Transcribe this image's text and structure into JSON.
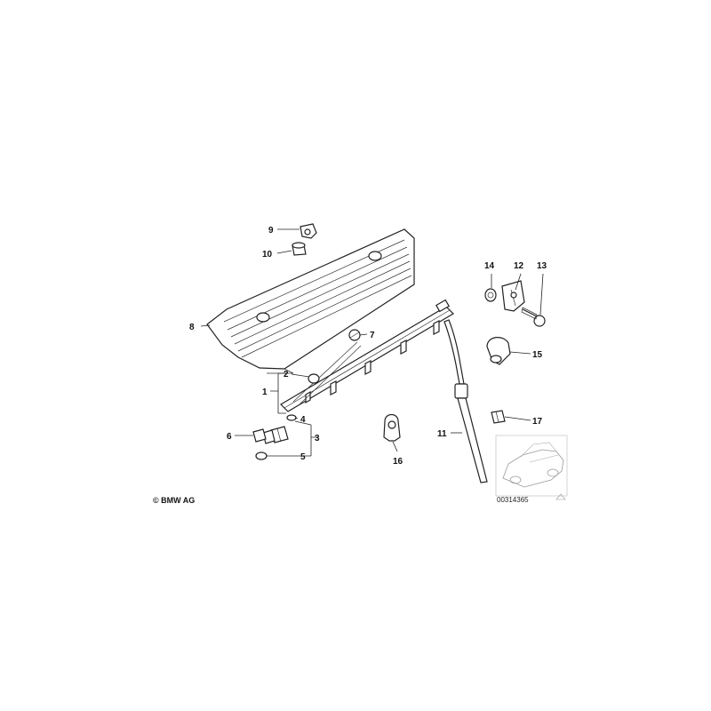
{
  "callouts": {
    "c1": "1",
    "c2": "2",
    "c3": "3",
    "c4": "4",
    "c5": "5",
    "c6": "6",
    "c7": "7",
    "c8": "8",
    "c9": "9",
    "c10": "10",
    "c11": "11",
    "c12": "12",
    "c13": "13",
    "c14": "14",
    "c15": "15",
    "c16": "16",
    "c17": "17"
  },
  "copyright": "© BMW AG",
  "diagram_ref": "00314365",
  "colors": {
    "line": "#222222",
    "background": "#ffffff"
  }
}
